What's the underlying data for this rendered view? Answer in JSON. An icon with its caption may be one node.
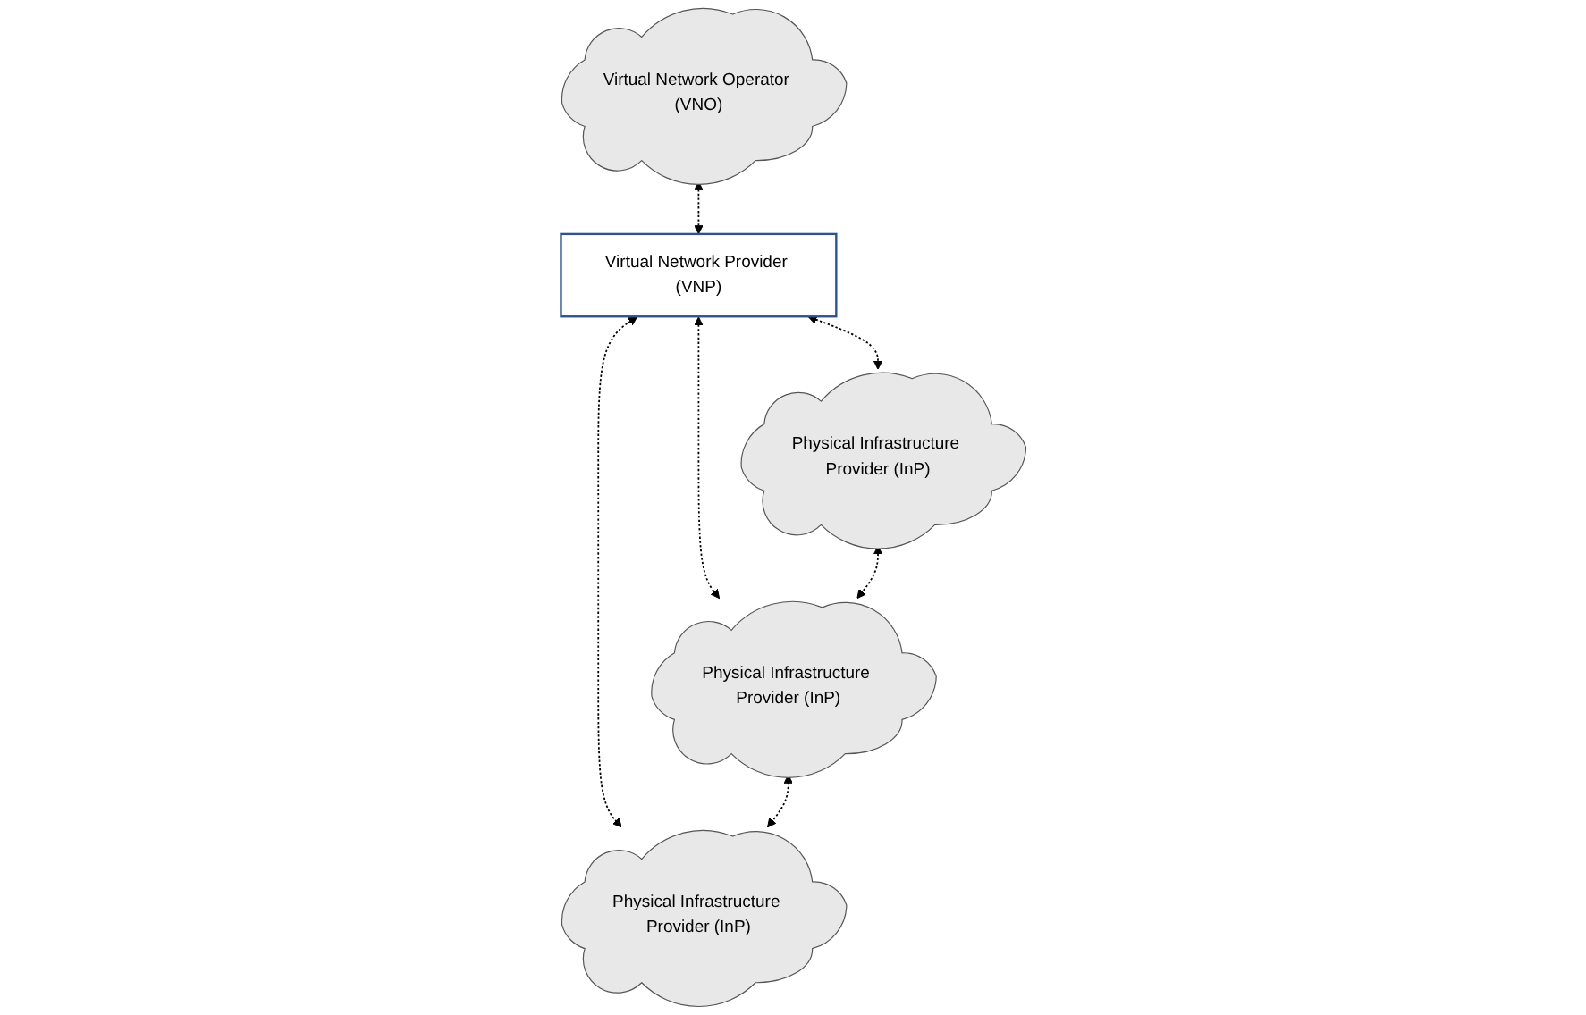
{
  "diagram": {
    "nodes": [
      {
        "text": [
          "Virtual Network Operator (VNO)"
        ]
      },
      {
        "text": [
          "Virtual Network Provider (VNP)"
        ]
      },
      {
        "text": [
          "Physical Infrastructure Provider (InP)"
        ]
      },
      {
        "text": [
          "Physical Infrastructure Provider (InP)"
        ]
      },
      {
        "text": [
          "Physical Infrastructure Provider (InP)"
        ]
      }
    ],
    "edges": [
      {
        "from": 0,
        "to": 1,
        "arrow": "both",
        "style": "dashed"
      },
      {
        "from": 1,
        "to": 2,
        "arrow": "both",
        "style": "dashed"
      },
      {
        "from": 1,
        "to": 3,
        "arrow": "both",
        "style": "dashed"
      },
      {
        "from": 1,
        "to": 4,
        "arrow": "both",
        "style": "dashed"
      },
      {
        "from": 2,
        "to": 3,
        "arrow": "both",
        "style": "dashed"
      },
      {
        "from": 3,
        "to": 4,
        "arrow": "both",
        "style": "dashed"
      }
    ]
  }
}
